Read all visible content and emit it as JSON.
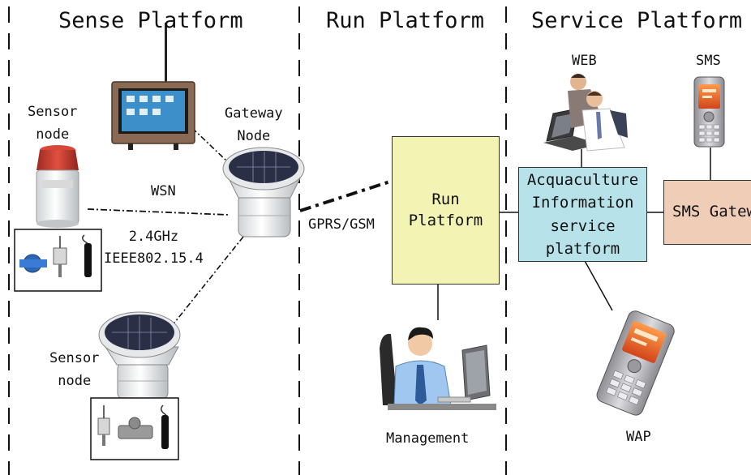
{
  "headers": {
    "sense": "Sense Platform",
    "run": "Run Platform",
    "service": "Service Platform"
  },
  "labels": {
    "sensor_node_top": "Sensor\nnode",
    "gateway_node": "Gateway\nNode",
    "wsn": "WSN",
    "radio": "2.4GHz\nIEEE802.15.4",
    "sensor_node_bottom": "Sensor\nnode",
    "gprs": "GPRS/GSM",
    "management": "Management",
    "web": "WEB",
    "sms": "SMS",
    "wap": "WAP"
  },
  "boxes": {
    "run_platform": "Run\nPlatform",
    "info_platform": "Acquaculture\nInformation\nservice\nplatform",
    "sms_gateway": "SMS Gateway"
  },
  "colors": {
    "run_platform_fill": "#f3f3b4",
    "info_platform_fill": "#b8e2ea",
    "sms_gateway_fill": "#efcdb7",
    "panel_frame": "#8a6a55",
    "screen": "#3d8fc9",
    "solar": "#2a2f45",
    "phone_body": "#b9b9bd",
    "phone_screen": "#e86b2a",
    "shirt": "#9fc7ef",
    "tie": "#2f5a9a",
    "sensor_cap": "#c0392b"
  },
  "icons": [
    "gateway-panel-icon",
    "solar-node-icon",
    "sensor-node-icon",
    "sensor-probes-icon",
    "laptop-users-icon",
    "mobile-phone-icon",
    "operator-computer-icon"
  ]
}
